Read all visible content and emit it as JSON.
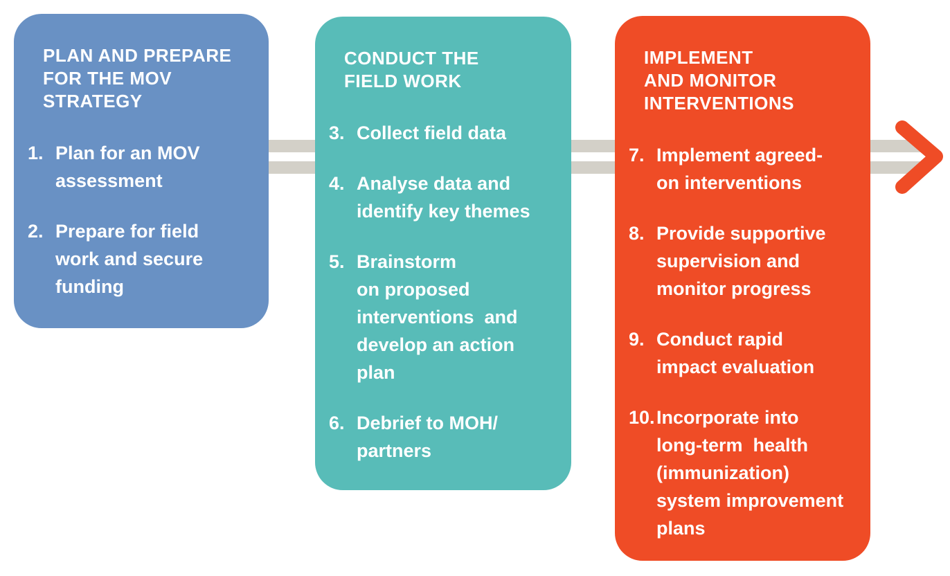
{
  "text_color": "#ffffff",
  "connector": {
    "icon": "equals-bars",
    "color": "#d3d0c8"
  },
  "arrow": {
    "icon": "chevron-right",
    "color": "#ef4c26"
  },
  "stages": [
    {
      "color": "#6991c4",
      "title_lines": [
        "PLAN AND PREPARE",
        "FOR THE MOV",
        "STRATEGY"
      ],
      "items": [
        {
          "number": "1.",
          "lines": [
            "Plan for an MOV",
            "assessment"
          ]
        },
        {
          "number": "2.",
          "lines": [
            "Prepare for field",
            "work and secure",
            "funding"
          ]
        }
      ]
    },
    {
      "color": "#58bcb8",
      "title_lines": [
        "CONDUCT THE",
        "FIELD WORK"
      ],
      "items": [
        {
          "number": "3.",
          "lines": [
            "Collect field data"
          ]
        },
        {
          "number": "4.",
          "lines": [
            "Analyse data and",
            "identify key themes"
          ]
        },
        {
          "number": "5.",
          "lines": [
            "Brainstorm",
            "on proposed",
            "interventions  and",
            "develop an action",
            "plan"
          ]
        },
        {
          "number": "6.",
          "lines": [
            "Debrief to MOH/",
            "partners"
          ]
        }
      ]
    },
    {
      "color": "#ef4c26",
      "title_lines": [
        "IMPLEMENT",
        "AND MONITOR",
        "INTERVENTIONS"
      ],
      "items": [
        {
          "number": "7.",
          "lines": [
            "Implement agreed-",
            "on interventions"
          ]
        },
        {
          "number": "8.",
          "lines": [
            "Provide supportive",
            "supervision and",
            "monitor progress"
          ]
        },
        {
          "number": "9.",
          "lines": [
            "Conduct rapid",
            "impact evaluation"
          ]
        },
        {
          "number": "10.",
          "lines": [
            "Incorporate into",
            "long-term  health",
            "(immunization)",
            "system improvement",
            "plans"
          ]
        }
      ]
    }
  ]
}
